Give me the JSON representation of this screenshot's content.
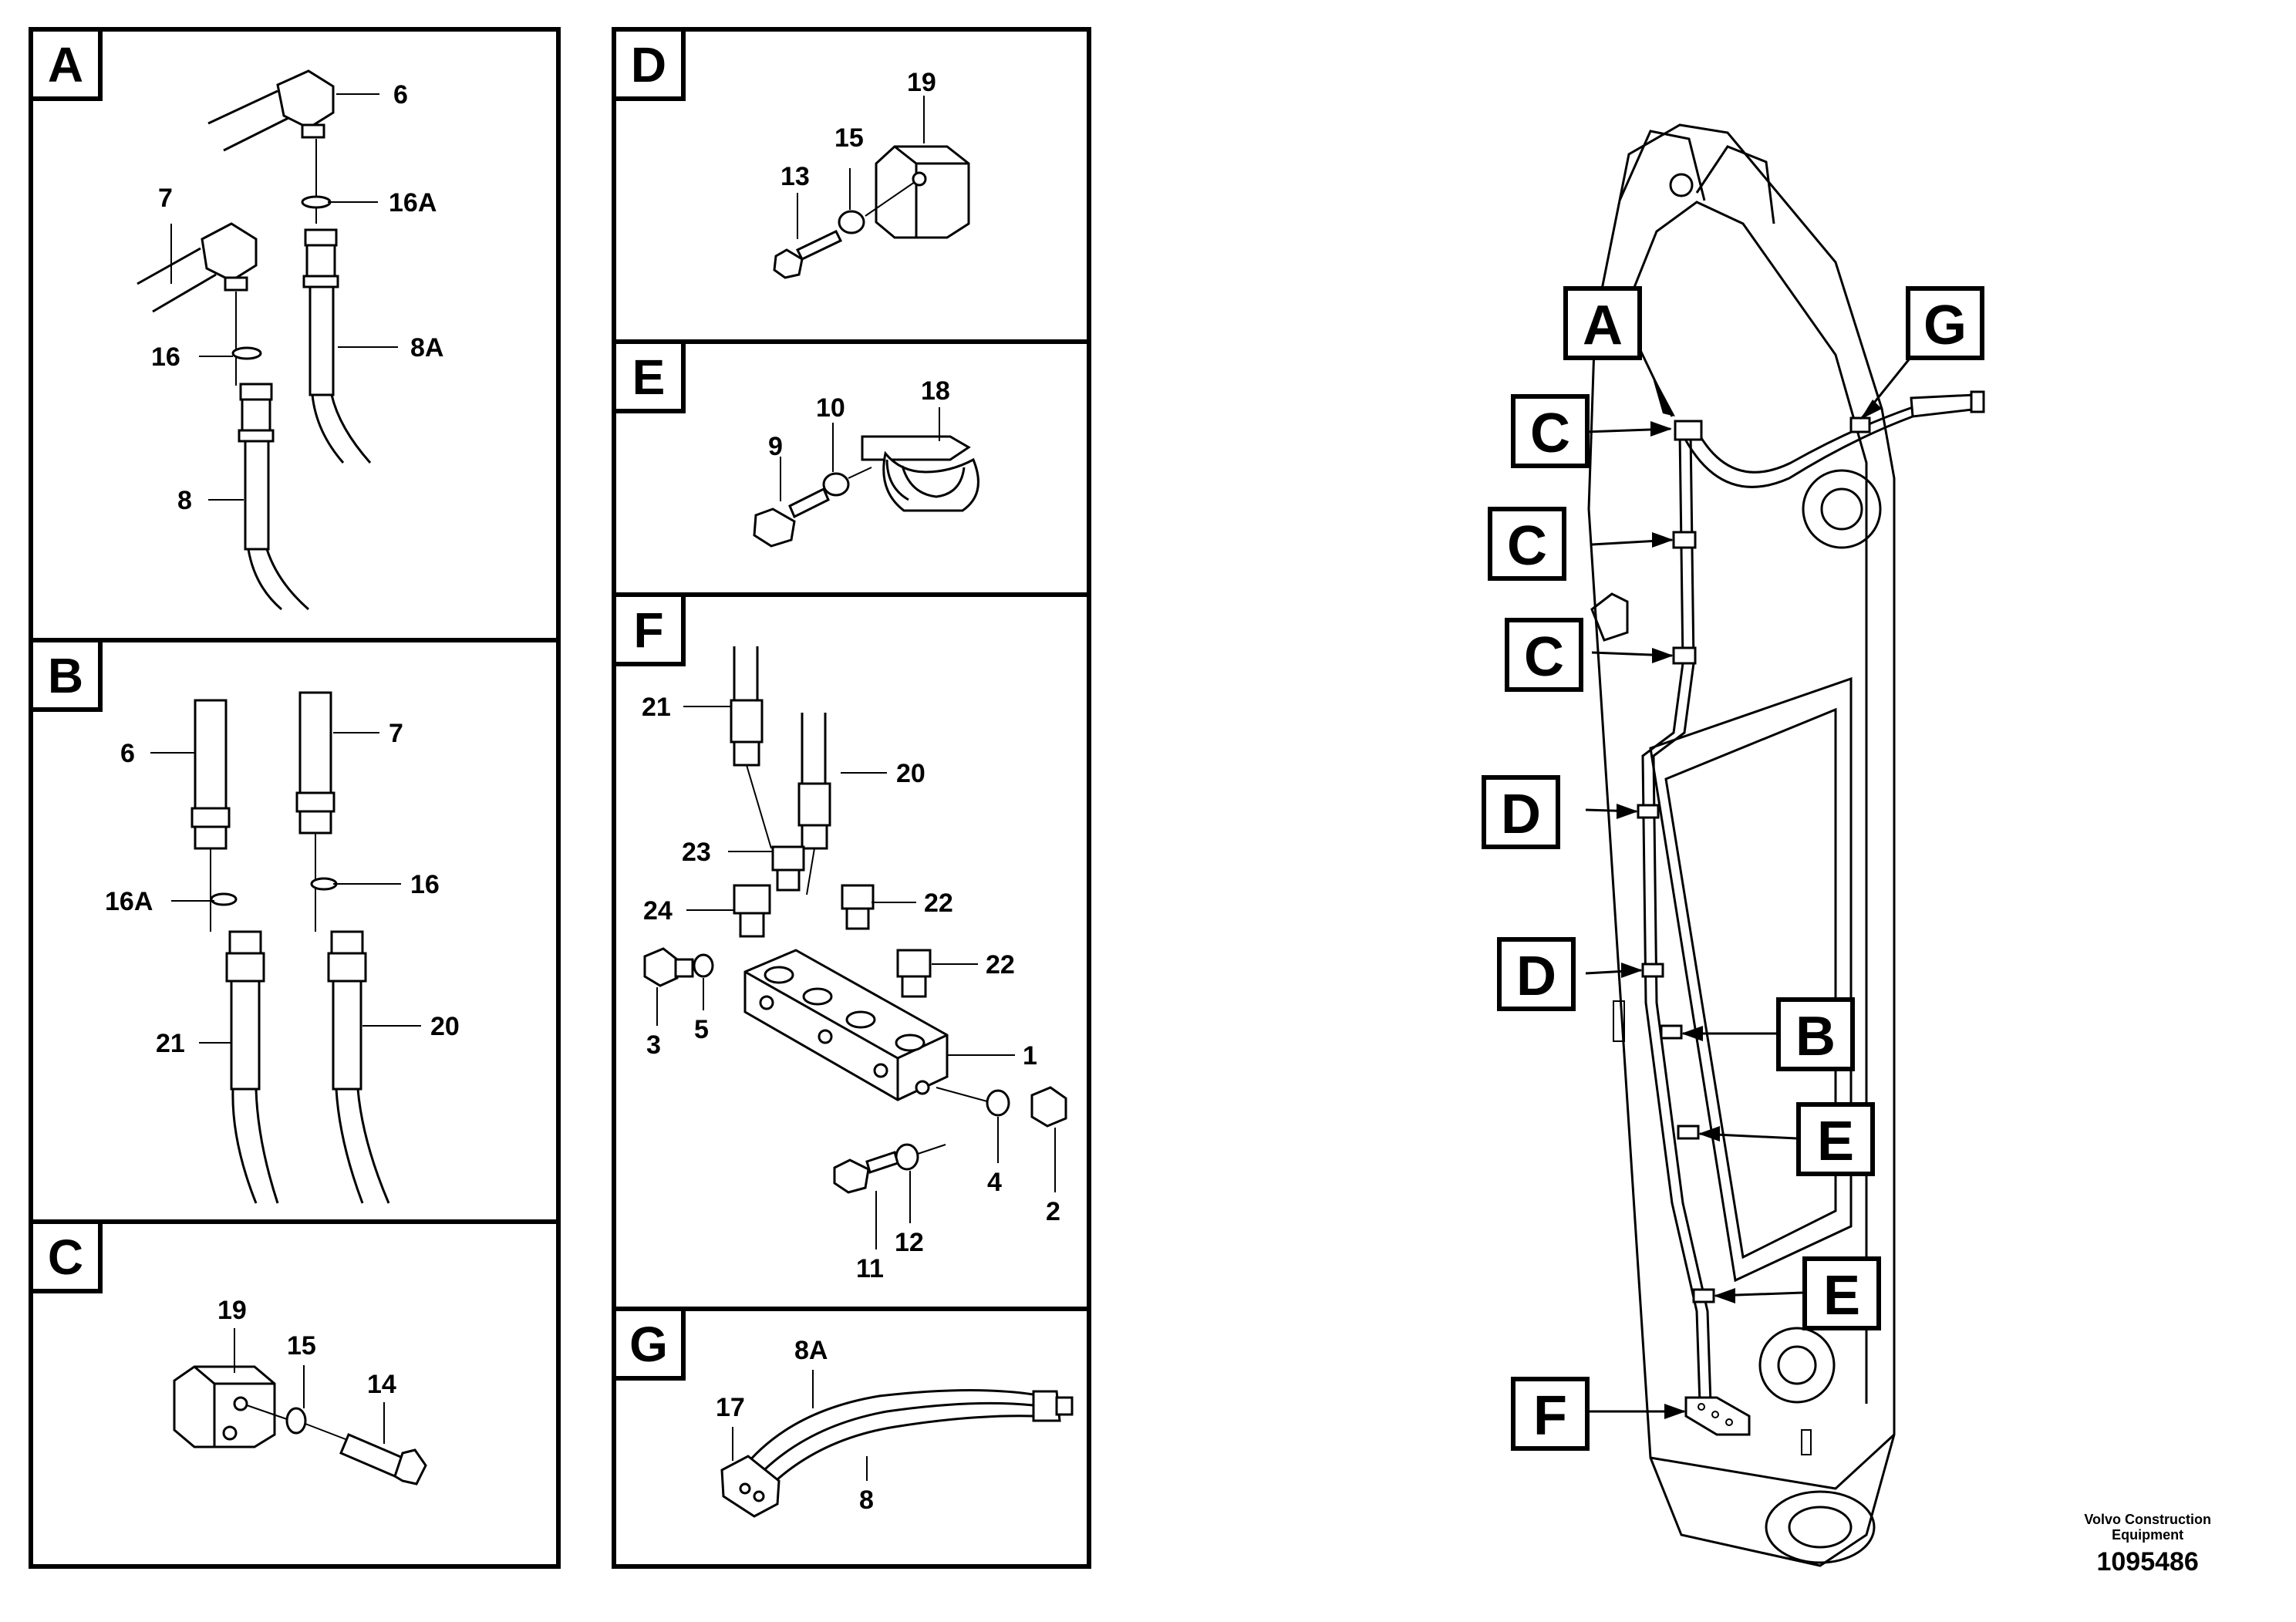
{
  "panels": {
    "A": {
      "letter": "A",
      "labels": [
        "6",
        "7",
        "16A",
        "16",
        "8A",
        "8"
      ]
    },
    "B": {
      "letter": "B",
      "labels": [
        "6",
        "7",
        "16A",
        "16",
        "21",
        "20"
      ]
    },
    "C": {
      "letter": "C",
      "labels": [
        "19",
        "15",
        "14"
      ]
    },
    "D": {
      "letter": "D",
      "labels": [
        "19",
        "15",
        "13"
      ]
    },
    "E": {
      "letter": "E",
      "labels": [
        "18",
        "10",
        "9"
      ]
    },
    "F": {
      "letter": "F",
      "labels": [
        "21",
        "20",
        "23",
        "22",
        "24",
        "22",
        "3",
        "5",
        "1",
        "4",
        "2",
        "11",
        "12"
      ]
    },
    "G": {
      "letter": "G",
      "labels": [
        "8A",
        "17",
        "8"
      ]
    }
  },
  "callouts": [
    "A",
    "C",
    "C",
    "C",
    "D",
    "D",
    "B",
    "E",
    "E",
    "F",
    "G"
  ],
  "footer": {
    "brand_line1": "Volvo Construction",
    "brand_line2": "Equipment",
    "part_number": "1095486"
  }
}
